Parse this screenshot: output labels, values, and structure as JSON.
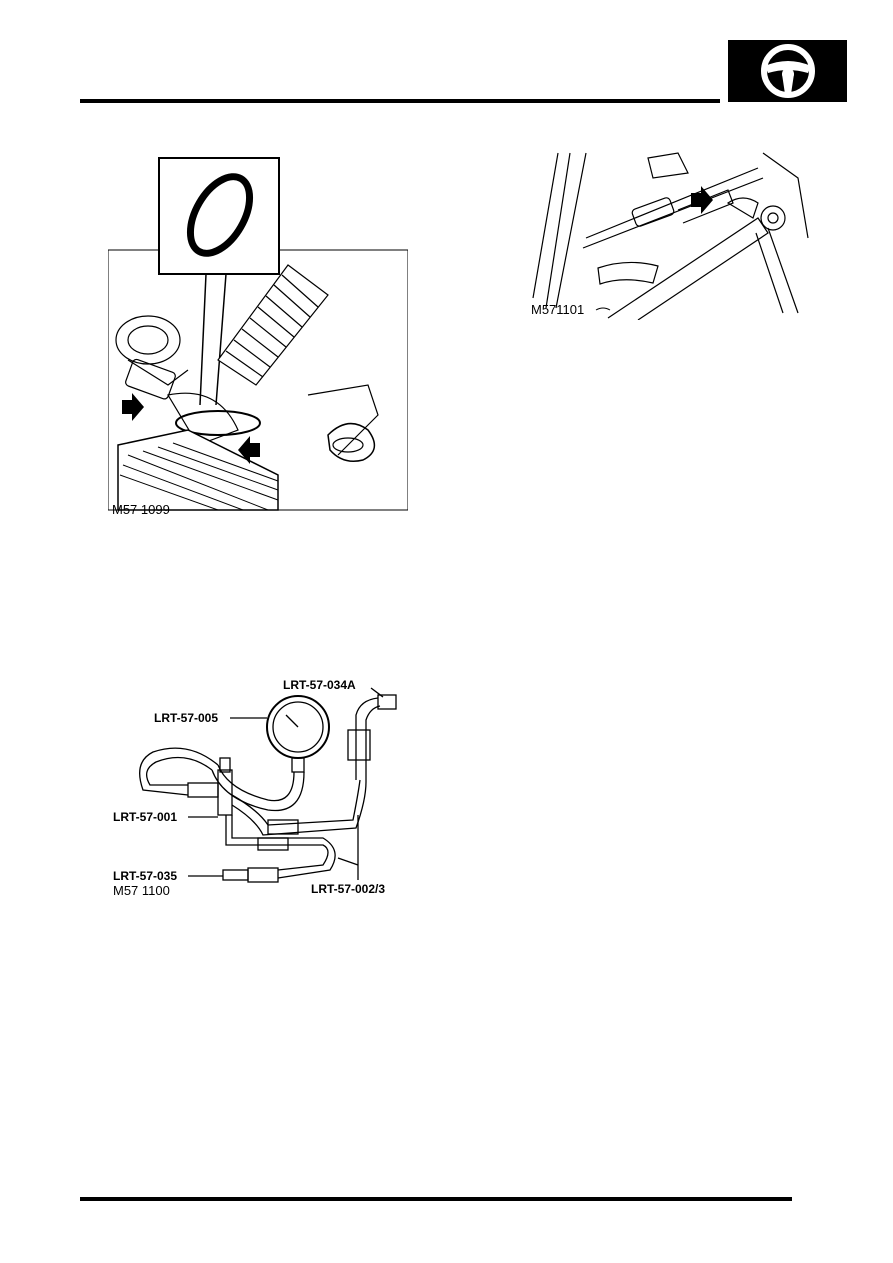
{
  "header": {
    "section_icon": "steering-wheel-icon"
  },
  "figures": {
    "air_intake": {
      "label": "M57 1099"
    },
    "hose_connection": {
      "label": "M571101"
    },
    "pressure_test_kit": {
      "label": "M57 1100",
      "callouts": {
        "adaptor": "LRT-57-034A",
        "gauge": "LRT-57-005",
        "valve": "LRT-57-001",
        "connector": "LRT-57-035",
        "hoses": "LRT-57-002/3"
      }
    }
  }
}
